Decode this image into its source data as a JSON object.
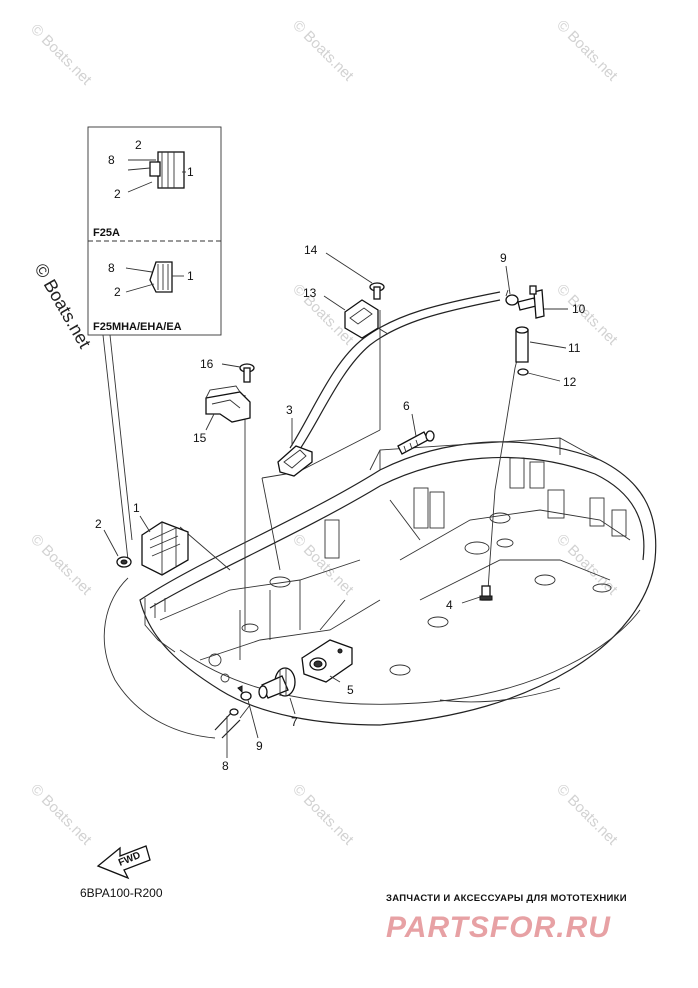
{
  "watermark": {
    "text": "© Boats.net",
    "side_text": "© Boats.net"
  },
  "insets": [
    {
      "variant": "F25A",
      "callouts": [
        "2",
        "8",
        "2",
        "1"
      ]
    },
    {
      "variant": "F25MHA/EHA/EA",
      "callouts": [
        "8",
        "2",
        "1"
      ]
    }
  ],
  "callouts": [
    "1",
    "2",
    "3",
    "4",
    "5",
    "6",
    "7",
    "8",
    "9",
    "9",
    "10",
    "11",
    "12",
    "13",
    "14",
    "15",
    "16"
  ],
  "direction_marker": "FWD",
  "diagram_code": "6BPA100-R200",
  "footer": {
    "promo_text": "ЗАПЧАСТИ И АКСЕССУАРЫ ДЛЯ МОТОТЕХНИКИ",
    "brand_text": "PARTSFOR.RU"
  }
}
